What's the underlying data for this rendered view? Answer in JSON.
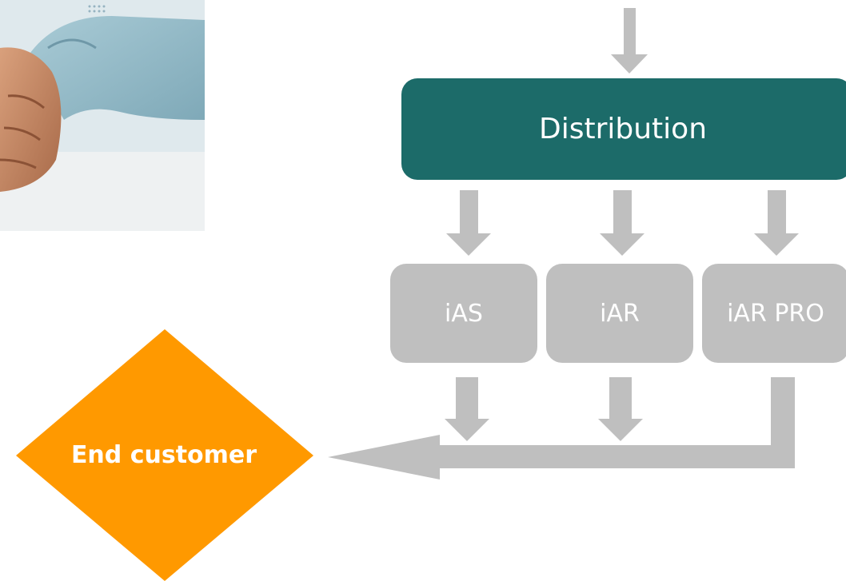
{
  "distribution": {
    "label": "Distribution"
  },
  "products": [
    {
      "label": "iAS"
    },
    {
      "label": "iAR"
    },
    {
      "label": "iAR PRO"
    }
  ],
  "end_customer": {
    "label": "End customer"
  },
  "colors": {
    "distribution": "#1c6b69",
    "products": "#bfbfbf",
    "arrows": "#bfbfbf",
    "end_customer": "#ff9900"
  }
}
